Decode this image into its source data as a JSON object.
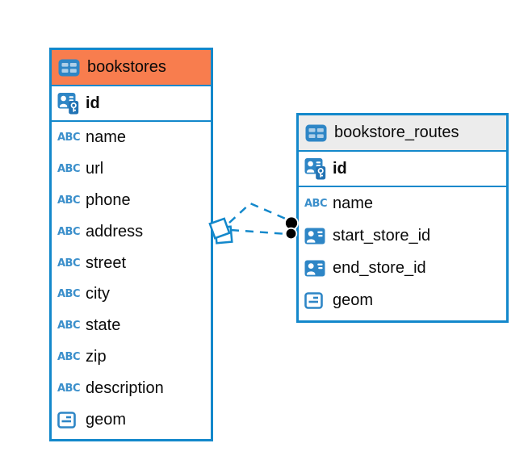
{
  "colors": {
    "table_border_blue": "#1388cb",
    "selected_header_orange": "#f87d4e",
    "header_gray": "#ececec",
    "icon_blue": "#2e86c6",
    "connector_dot_black": "#000000"
  },
  "tables": [
    {
      "name": "bookstores",
      "header_highlighted": true,
      "primary_key": {
        "name": "id",
        "type_icon": "primary-key-icon"
      },
      "columns": [
        {
          "name": "name",
          "type_icon": "text-type-icon"
        },
        {
          "name": "url",
          "type_icon": "text-type-icon"
        },
        {
          "name": "phone",
          "type_icon": "text-type-icon"
        },
        {
          "name": "address",
          "type_icon": "text-type-icon"
        },
        {
          "name": "street",
          "type_icon": "text-type-icon"
        },
        {
          "name": "city",
          "type_icon": "text-type-icon"
        },
        {
          "name": "state",
          "type_icon": "text-type-icon"
        },
        {
          "name": "zip",
          "type_icon": "text-type-icon"
        },
        {
          "name": "description",
          "type_icon": "text-type-icon"
        },
        {
          "name": "geom",
          "type_icon": "geometry-type-icon"
        }
      ]
    },
    {
      "name": "bookstore_routes",
      "header_highlighted": false,
      "primary_key": {
        "name": "id",
        "type_icon": "primary-key-icon"
      },
      "columns": [
        {
          "name": "name",
          "type_icon": "text-type-icon"
        },
        {
          "name": "start_store_id",
          "type_icon": "reference-id-icon"
        },
        {
          "name": "end_store_id",
          "type_icon": "reference-id-icon"
        },
        {
          "name": "geom",
          "type_icon": "geometry-type-icon"
        }
      ]
    }
  ],
  "relations": {
    "from_table": "bookstores",
    "to_table": "bookstore_routes",
    "line_style": "dashed",
    "link_count": 2,
    "source_marker": "stacked-squares",
    "target_marker": "black-dots"
  }
}
